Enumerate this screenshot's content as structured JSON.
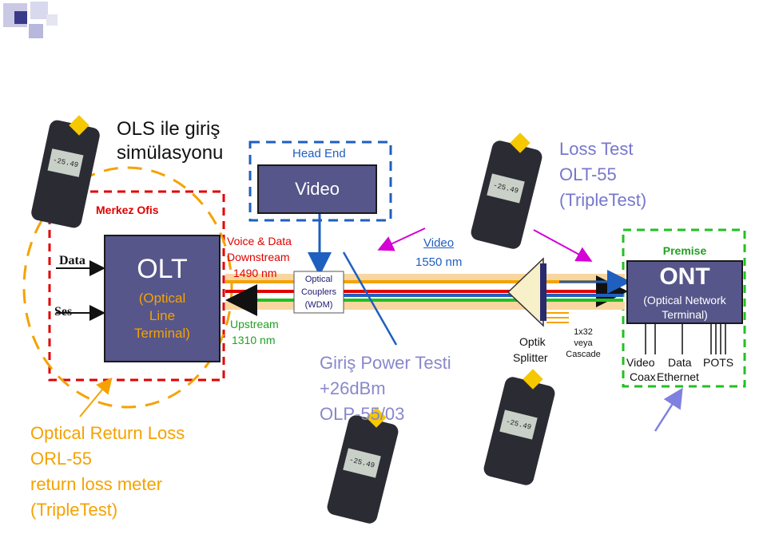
{
  "title": {
    "line1": "OLS ile giriş",
    "line2": "simülasyonu"
  },
  "merkez_ofis": "Merkez Ofis",
  "head_end": {
    "label": "Head End",
    "video": "Video"
  },
  "olt": {
    "abbr": "OLT",
    "line1": "(Optical",
    "line2": "Line",
    "line3": "Terminal)"
  },
  "inputs": {
    "data": "Data",
    "ses": "Ses"
  },
  "downstream": {
    "line1": "Voice & Data",
    "line2": "Downstream",
    "line3": "1490 nm"
  },
  "upstream": {
    "line1": "Upstream",
    "line2": "1310 nm"
  },
  "couplers": {
    "line1": "Optical",
    "line2": "Couplers",
    "line3": "(WDM)"
  },
  "video_signal": {
    "label": "Video",
    "nm": "1550 nm"
  },
  "loss_test": {
    "line1": "Loss Test",
    "line2": "OLT-55",
    "line3": "(TripleTest)"
  },
  "premise": "Premise",
  "ont": {
    "abbr": "ONT",
    "line1": "(Optical Network",
    "line2": "Terminal)"
  },
  "splitter": {
    "line1": "Optik",
    "line2": "Splitter"
  },
  "cascade": {
    "line1": "1x32",
    "line2": "veya",
    "line3": "Cascade"
  },
  "giris": {
    "line1": "Giriş Power Testi",
    "line2": "+26dBm",
    "line3": "OLP-55/03"
  },
  "outputs": {
    "video": "Video",
    "data": "Data",
    "pots": "POTS",
    "coax": "Coax",
    "ethernet": "Ethernet"
  },
  "orl": {
    "line1": "Optical Return Loss",
    "line2": "ORL-55",
    "line3": "return loss meter",
    "line4": "(TripleTest)"
  },
  "meter_readout": "-25.49",
  "colors": {
    "orange": "#f5a200",
    "red": "#e00000",
    "blue": "#1f5fbf",
    "magenta": "#d400d4",
    "green": "#22c022",
    "box": "#56568a",
    "beige": "#f7d6a0"
  }
}
